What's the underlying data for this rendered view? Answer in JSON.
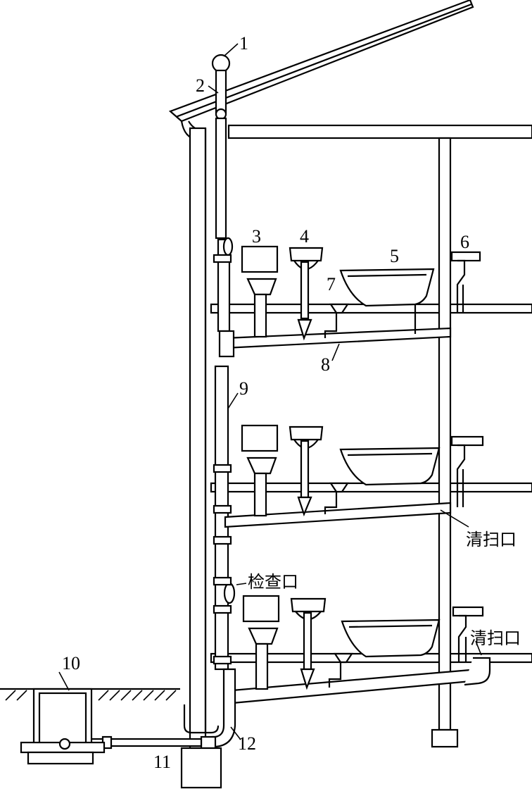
{
  "labels": {
    "n1": "1",
    "n2": "2",
    "n3": "3",
    "n4": "4",
    "n5": "5",
    "n6": "6",
    "n7": "7",
    "n8": "8",
    "n9": "9",
    "n10": "10",
    "n11": "11",
    "n12": "12",
    "inspection_port": "检查口",
    "cleanout_1": "清扫口",
    "cleanout_2": "清扫口"
  }
}
